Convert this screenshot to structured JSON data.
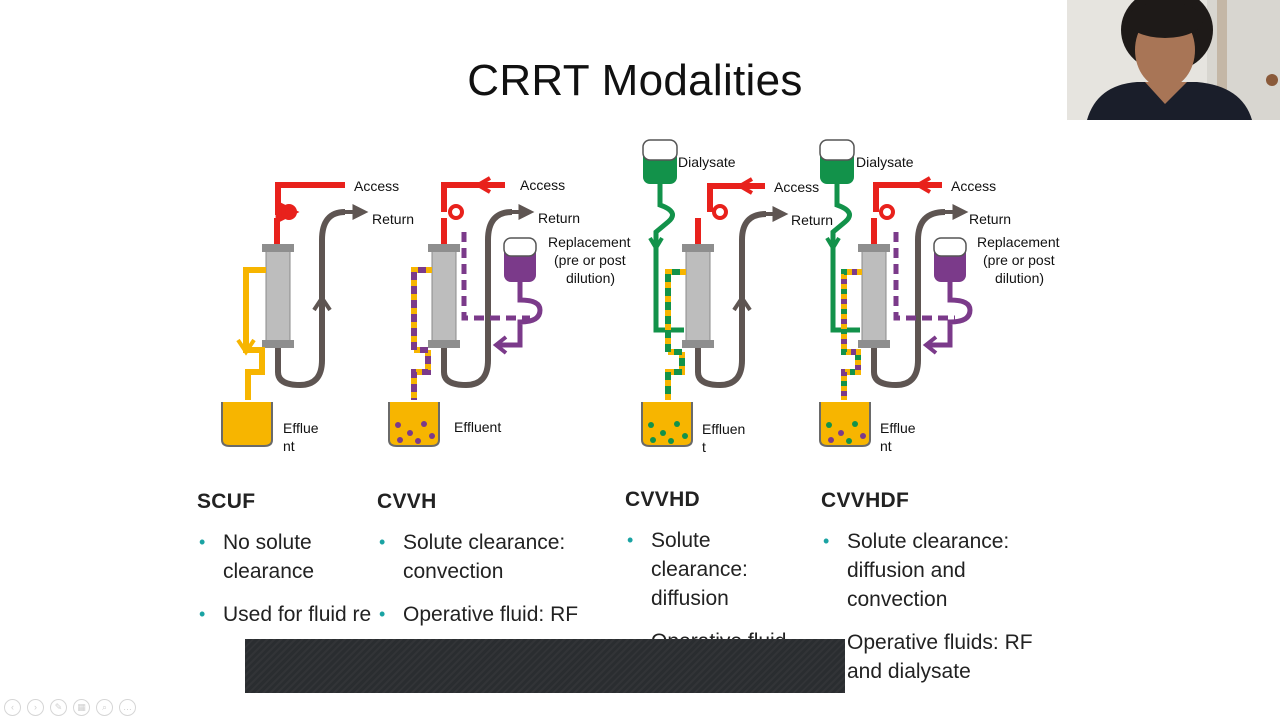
{
  "slide": {
    "title": "CRRT Modalities"
  },
  "diagrams": {
    "access_label": "Access",
    "return_label": "Return",
    "dialysate_label": "Dialysate",
    "replacement_line1": "Replacement",
    "replacement_line2": "(pre or post",
    "replacement_line3": "dilution)",
    "scuf_effluent_line1": "Efflue",
    "scuf_effluent_line2": "nt",
    "cvvh_effluent": "Effluent",
    "cvvhd_effluent_line1": "Effluen",
    "cvvhd_effluent_line2": "t",
    "cvvhdf_effluent_line1": "Efflue",
    "cvvhdf_effluent_line2": "nt"
  },
  "columns": [
    {
      "heading": "SCUF",
      "bullets": [
        "No solute clearance",
        "Used for fluid re"
      ]
    },
    {
      "heading": "CVVH",
      "bullets": [
        "Solute clearance: convection",
        "Operative fluid: RF"
      ]
    },
    {
      "heading": "CVVHD",
      "bullets": [
        "Solute clearance: diffusion",
        "Operative fluid"
      ]
    },
    {
      "heading": "CVVHDF",
      "bullets": [
        "Solute clearance: diffusion and convection",
        "Operative fluids: RF and dialysate"
      ]
    }
  ],
  "colors": {
    "blood_red": "#e8211c",
    "return_gray": "#5e5552",
    "effluent_yellow": "#f7b500",
    "replacement_purple": "#7b3a8a",
    "dialysate_green": "#12924a",
    "bullet_teal": "#1aa3a3"
  },
  "toolbar_icons": [
    "prev-icon",
    "next-icon",
    "pen-icon",
    "slides-icon",
    "zoom-icon",
    "more-icon"
  ]
}
